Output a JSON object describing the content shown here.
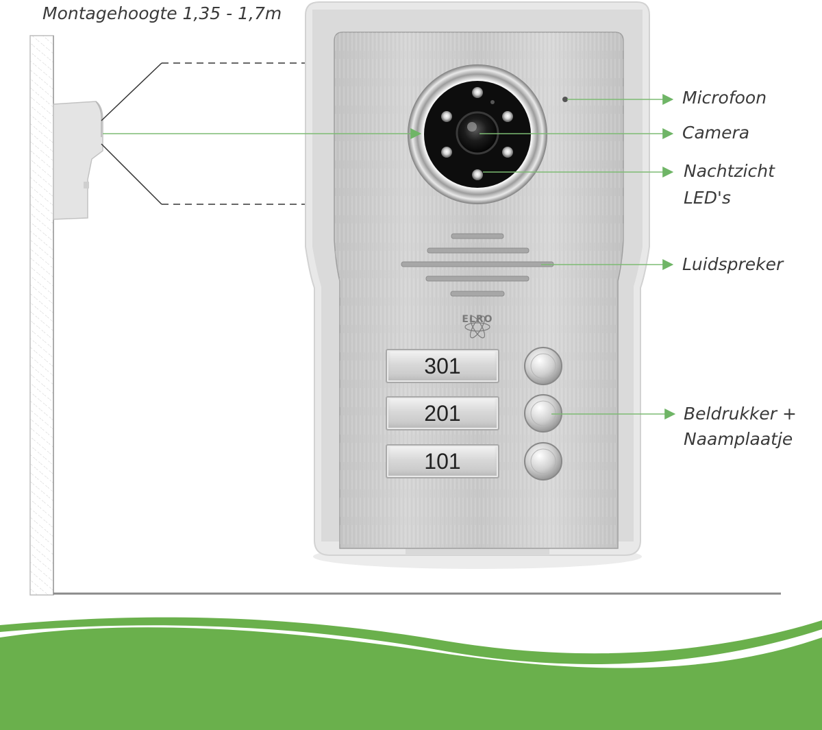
{
  "title": "Montagehoogte 1,35 - 1,7m",
  "labels": {
    "microfoon": "Microfoon",
    "camera": "Camera",
    "nachtzicht_1": "Nachtzicht",
    "nachtzicht_2": "LED's",
    "luidspreker": "Luidspreker",
    "beldrukker_1": "Beldrukker +",
    "beldrukker_2": "Naamplaatje"
  },
  "brand": "ELRO",
  "name_plates": [
    "301",
    "201",
    "101"
  ],
  "colors": {
    "accent_green": "#6ab04c",
    "pointer_green": "#7dbb73",
    "label_text": "#3a3a3a",
    "panel_silver": "#c9c9c9"
  }
}
